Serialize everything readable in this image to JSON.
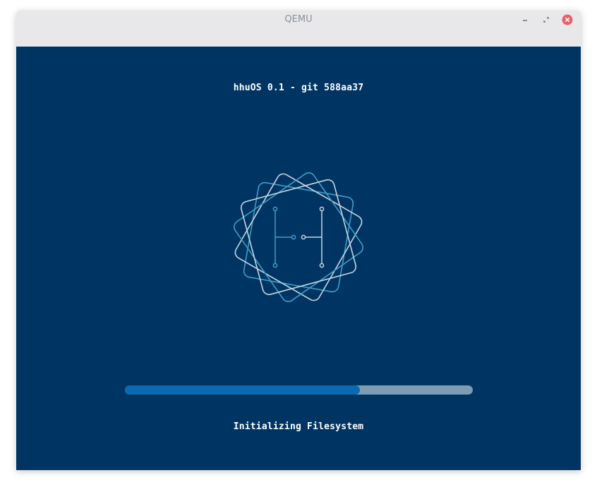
{
  "window": {
    "title": "QEMU",
    "controls": [
      {
        "name": "minimize-icon"
      },
      {
        "name": "restore-icon"
      },
      {
        "name": "close-icon"
      }
    ]
  },
  "boot": {
    "header": "hhuOS 0.1 - git 588aa37",
    "logo": "hhuos-logo",
    "progress": 0.675,
    "status": "Initializing Filesystem"
  },
  "colors": {
    "screen_bg": "#003462",
    "progress_fill": "#0a69b1",
    "progress_track": "#7d9bb2",
    "logo_light": "#c8d6e2",
    "logo_teal": "#3f9fc6",
    "close_button": "#ec5f67"
  }
}
